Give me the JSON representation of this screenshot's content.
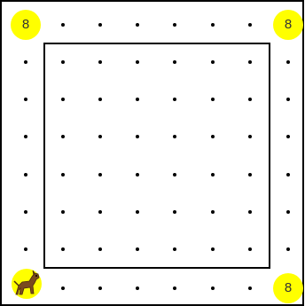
{
  "board": {
    "grid_columns": 8,
    "grid_rows": 8,
    "dot_color": "#000000",
    "badge_color": "#ffff00"
  },
  "badges": [
    {
      "id": "top-left",
      "label": "8"
    },
    {
      "id": "top-right",
      "label": "8"
    },
    {
      "id": "bottom-right",
      "label": "8"
    }
  ],
  "character": {
    "icon": "dog-icon",
    "corner": "bottom-left"
  }
}
